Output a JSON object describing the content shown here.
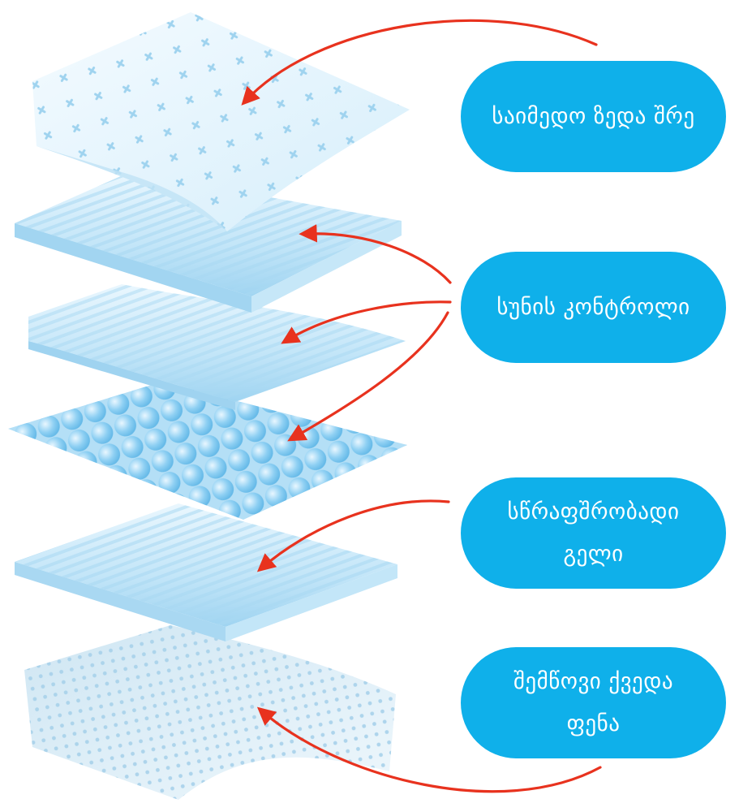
{
  "labels": {
    "top_layer": "საიმედო ზედა შრე",
    "odor_control": "სუნის კონტროლი",
    "gel": "სწრაფშრობადი გელი",
    "bottom_layer": "შემწოვი ქვედა ფენა"
  },
  "colors": {
    "label_bg": "#0fb0ea",
    "label_text": "#ffffff",
    "arrow": "#e8321e",
    "layer_light": "#e4f4fc",
    "layer_mid": "#bfe4f7",
    "layer_dark": "#8fcbed",
    "bead": "#7cc6f0"
  }
}
